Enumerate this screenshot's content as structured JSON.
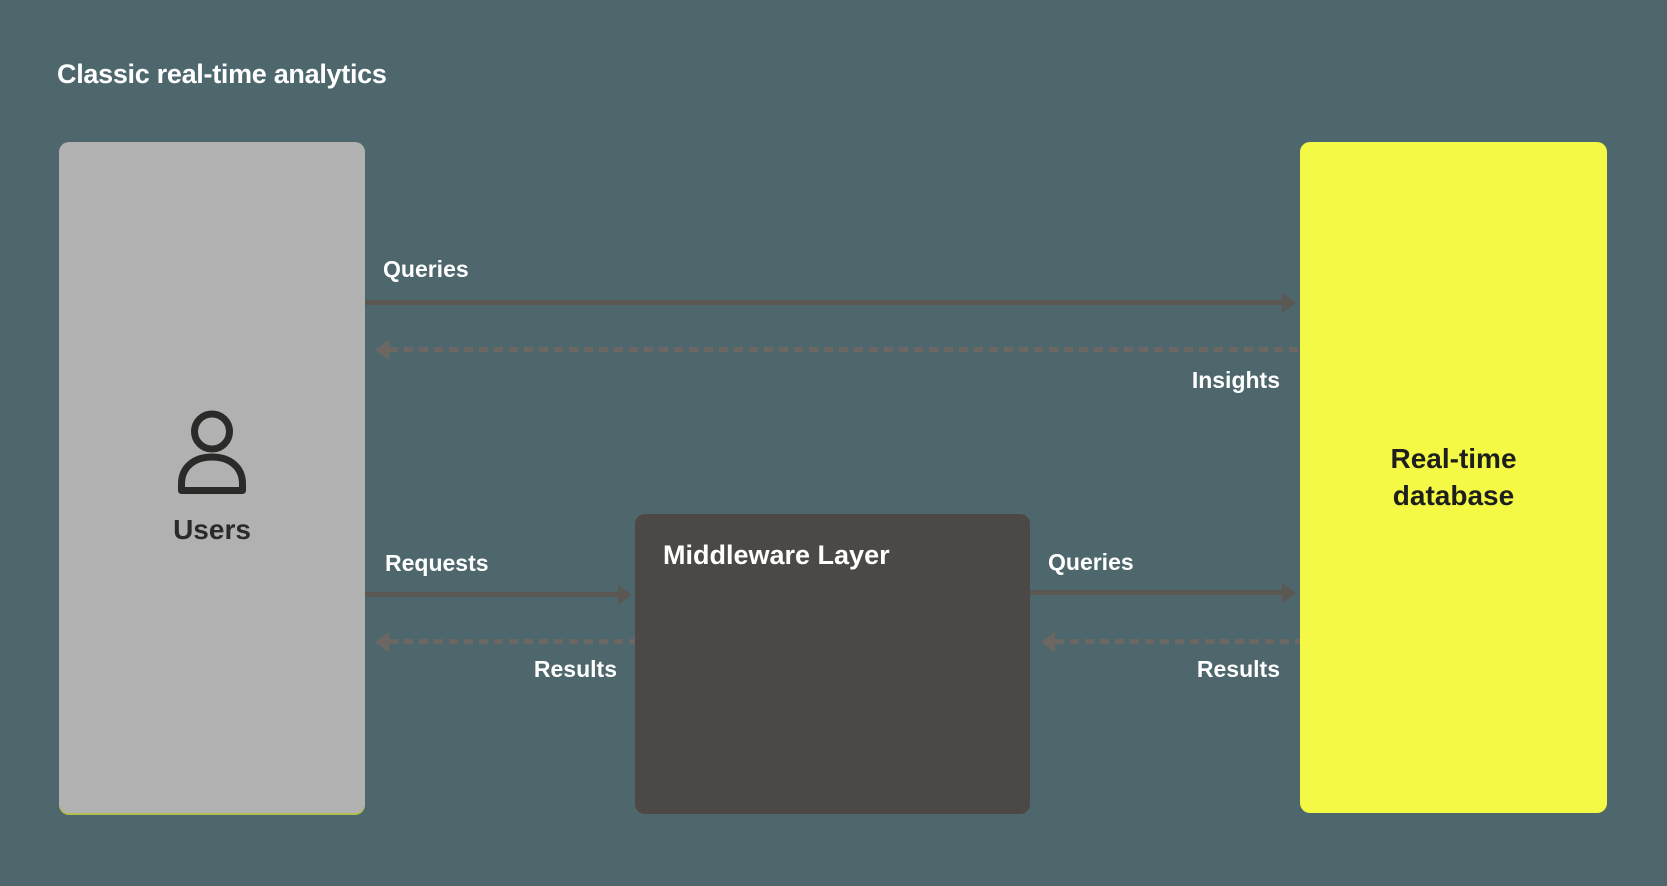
{
  "title": "Classic real-time analytics",
  "nodes": {
    "users": {
      "label": "Users",
      "color": "#b1b1b1",
      "icon": "user-icon"
    },
    "middleware": {
      "label": "Middleware Layer",
      "color": "#4b4845"
    },
    "database": {
      "label": "Real-time database",
      "color": "#f3f945"
    }
  },
  "edges": [
    {
      "label": "Queries",
      "from": "Users",
      "to": "Real-time database",
      "style": "solid"
    },
    {
      "label": "Insights",
      "from": "Real-time database",
      "to": "Users",
      "style": "dashed"
    },
    {
      "label": "Requests",
      "from": "Users",
      "to": "Middleware Layer",
      "style": "solid"
    },
    {
      "label": "Results",
      "from": "Middleware Layer",
      "to": "Users",
      "style": "dashed"
    },
    {
      "label": "Queries",
      "from": "Middleware Layer",
      "to": "Real-time database",
      "style": "solid"
    },
    {
      "label": "Results",
      "from": "Real-time database",
      "to": "Middleware Layer",
      "style": "dashed"
    }
  ],
  "colors": {
    "background": "#4d676c",
    "arrow_solid": "#5b5753",
    "arrow_dashed": "#6c6762",
    "title_text": "#ffffff",
    "users_box": "#b1b1b1",
    "users_text": "#2a2a28",
    "middleware_box": "#4b4845",
    "middleware_text": "#ffffff",
    "database_box": "#f3f945",
    "database_text": "#1e1e1c"
  }
}
